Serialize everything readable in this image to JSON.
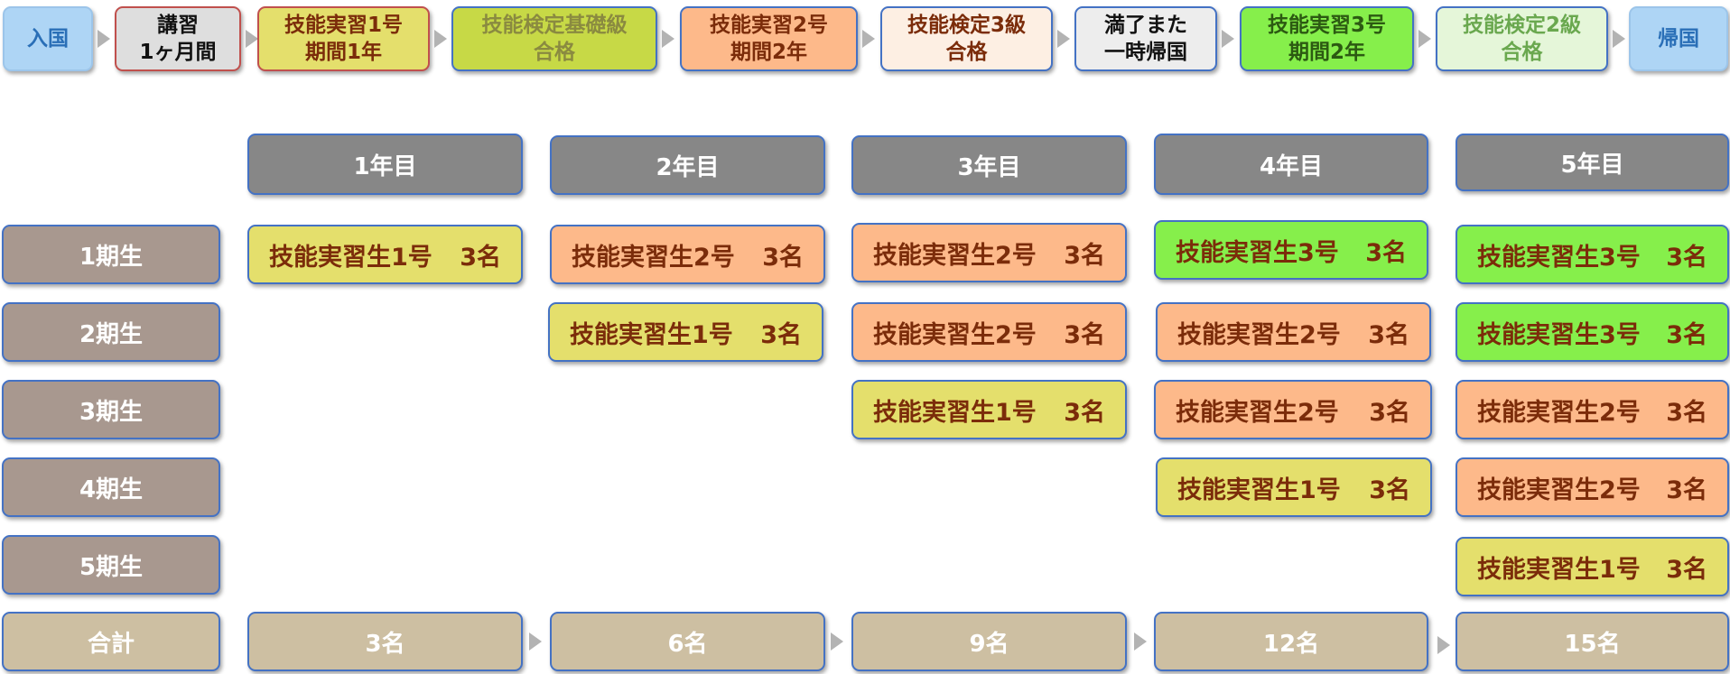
{
  "process": [
    {
      "text": "入国",
      "bg": "#aed5f5",
      "border": "#9cc5ea",
      "color": "#2a6fb7"
    },
    {
      "text": "講習\n1ヶ月間",
      "bg": "#dedede",
      "border": "#c0504d",
      "color": "#111111"
    },
    {
      "text": "技能実習1号\n期間1年",
      "bg": "#e4df6c",
      "border": "#c0504d",
      "color": "#7b2c0a"
    },
    {
      "text": "技能検定基礎級\n合格",
      "bg": "#c7d946",
      "border": "#4472c4",
      "color": "#8a8a40"
    },
    {
      "text": "技能実習2号\n期間2年",
      "bg": "#fdb98a",
      "border": "#4472c4",
      "color": "#7b2c0a"
    },
    {
      "text": "技能検定3級\n合格",
      "bg": "#fdefe3",
      "border": "#4472c4",
      "color": "#7b2c0a"
    },
    {
      "text": "満了また\n一時帰国",
      "bg": "#ededed",
      "border": "#4472c4",
      "color": "#111111"
    },
    {
      "text": "技能実習3号\n期間2年",
      "bg": "#86ef4b",
      "border": "#4472c4",
      "color": "#2c5a12"
    },
    {
      "text": "技能検定2級\n合格",
      "bg": "#e5f6d9",
      "border": "#4472c4",
      "color": "#6aa84f"
    },
    {
      "text": "帰国",
      "bg": "#aed5f5",
      "border": "#9cc5ea",
      "color": "#2a6fb7"
    }
  ],
  "years": [
    "1年目",
    "2年目",
    "3年目",
    "4年目",
    "5年目"
  ],
  "cohorts": [
    "1期生",
    "2期生",
    "3期生",
    "4期生",
    "5期生"
  ],
  "cells": {
    "r0c0": {
      "label": "技能実習生1号",
      "count": "3名"
    },
    "r0c1": {
      "label": "技能実習生2号",
      "count": "3名"
    },
    "r0c2": {
      "label": "技能実習生2号",
      "count": "3名"
    },
    "r0c3": {
      "label": "技能実習生3号",
      "count": "3名"
    },
    "r0c4": {
      "label": "技能実習生3号",
      "count": "3名"
    },
    "r1c1": {
      "label": "技能実習生1号",
      "count": "3名"
    },
    "r1c2": {
      "label": "技能実習生2号",
      "count": "3名"
    },
    "r1c3": {
      "label": "技能実習生2号",
      "count": "3名"
    },
    "r1c4": {
      "label": "技能実習生3号",
      "count": "3名"
    },
    "r2c2": {
      "label": "技能実習生1号",
      "count": "3名"
    },
    "r2c3": {
      "label": "技能実習生2号",
      "count": "3名"
    },
    "r2c4": {
      "label": "技能実習生2号",
      "count": "3名"
    },
    "r3c3": {
      "label": "技能実習生1号",
      "count": "3名"
    },
    "r3c4": {
      "label": "技能実習生2号",
      "count": "3名"
    },
    "r4c4": {
      "label": "技能実習生1号",
      "count": "3名"
    }
  },
  "total_label": "合計",
  "totals": [
    "3名",
    "6名",
    "9名",
    "12名",
    "15名"
  ]
}
